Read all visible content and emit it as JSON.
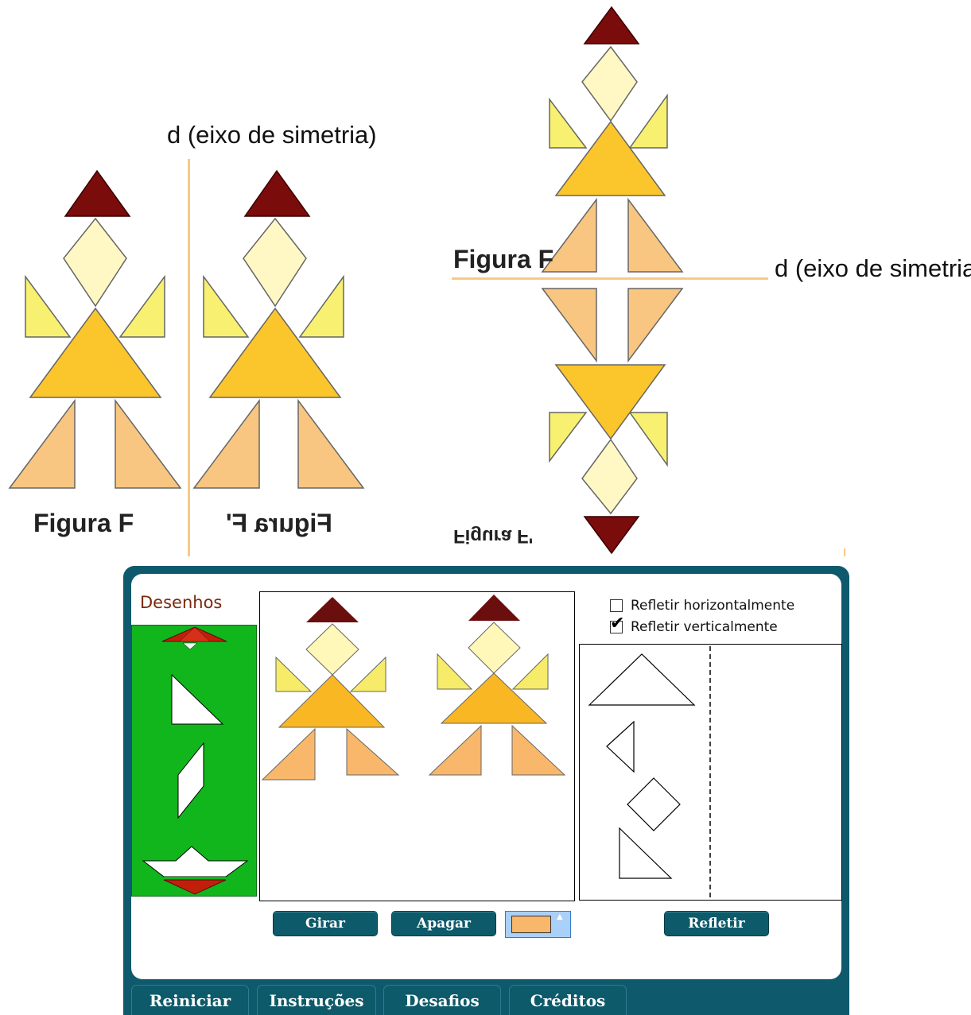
{
  "left_diagram": {
    "axis_label": "d (eixo de simetria)",
    "figure_label": "Figura F",
    "mirrored_label": "Figura F'"
  },
  "right_diagram": {
    "axis_label": "d (eixo de simetria)",
    "figure_label": "Figura F",
    "mirrored_label": "Figura F'"
  },
  "colors": {
    "hat": "#7a0c0c",
    "head": "#fff8c4",
    "arm": "#f8f070",
    "body": "#fbc52c",
    "leg": "#f8c680",
    "axis": "#f8c888",
    "app_frame": "#0e5a6c",
    "palette_bg": "#11b51c",
    "selected_color": "#f8b76a"
  },
  "app": {
    "drawings_title": "Desenhos",
    "reflect_horizontal_label": "Refletir horizontalmente",
    "reflect_horizontal_checked": false,
    "reflect_vertical_label": "Refletir verticalmente",
    "reflect_vertical_checked": true,
    "buttons": {
      "rotate": "Girar",
      "erase": "Apagar",
      "reflect": "Refletir"
    },
    "tabs": {
      "restart": "Reiniciar",
      "instructions": "Instruções",
      "challenges": "Desafios",
      "credits": "Créditos"
    }
  }
}
